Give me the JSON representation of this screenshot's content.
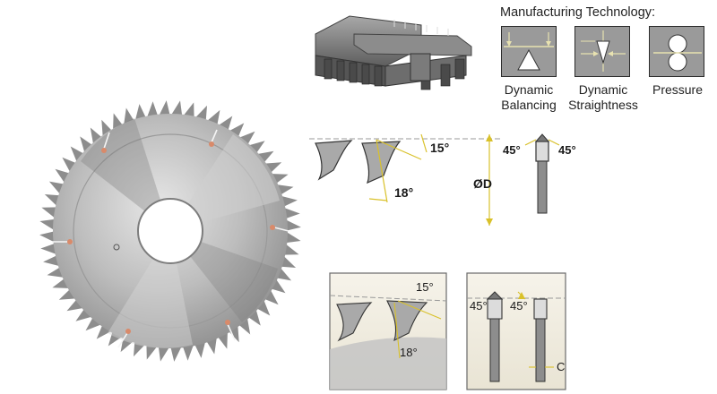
{
  "header": {
    "title": "Manufacturing Technology:"
  },
  "technologies": [
    {
      "line1": "Dynamic",
      "line2": "Balancing",
      "icon": "balancing-icon"
    },
    {
      "line1": "Dynamic",
      "line2": "Straightness",
      "icon": "straightness-icon"
    },
    {
      "line1": "Pressure",
      "line2": "",
      "icon": "pressure-icon"
    }
  ],
  "tooth_profile": {
    "angle_top": "15°",
    "angle_side": "18°",
    "diameter": "ØD",
    "bevel_left": "45°",
    "bevel_right": "45°"
  },
  "inset_tooth": {
    "angle_top": "15°",
    "angle_side": "18°"
  },
  "inset_bevel": {
    "bevel_left": "45°",
    "bevel_right": "45°",
    "clearance": "C"
  },
  "colors": {
    "tile_gray": "#9a9a9a",
    "annotation_yellow": "#d9c12a",
    "inset_bg": "#f1ede0",
    "blade_gray": "#b7b7b7"
  }
}
